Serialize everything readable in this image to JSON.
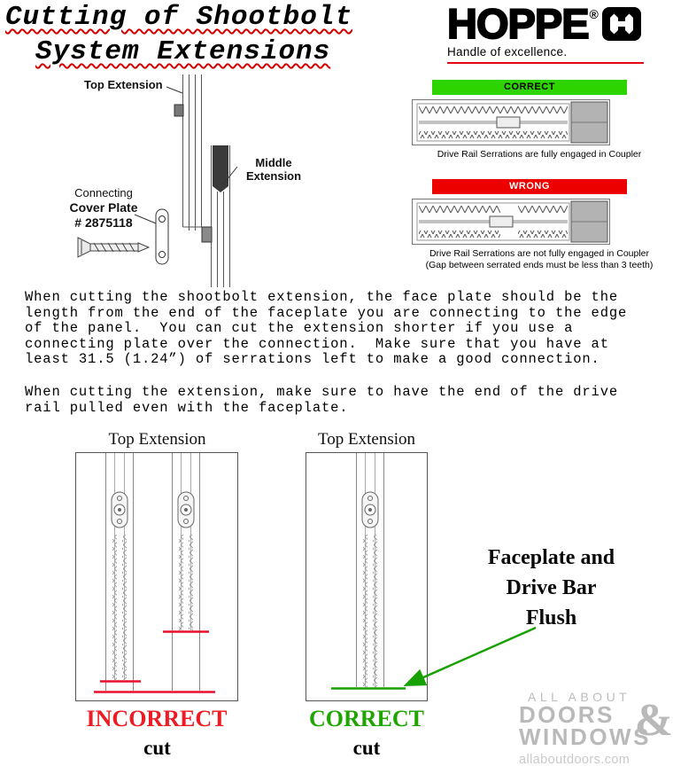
{
  "page": {
    "title_line1": "Cutting of Shootbolt",
    "title_line2": "System Extensions"
  },
  "brand": {
    "name": "HOPPE",
    "registered": "®",
    "tagline": "Handle of excellence."
  },
  "assembly_diagram": {
    "top_extension": "Top Extension",
    "middle_extension": "Middle Extension",
    "connecting": "Connecting",
    "cover_plate": "Cover Plate",
    "part_number": "# 2875118"
  },
  "engagement": {
    "correct_banner": "CORRECT",
    "correct_caption": "Drive Rail Serrations are fully engaged in Coupler",
    "wrong_banner": "WRONG",
    "wrong_caption": "Drive Rail Serrations are not fully engaged in Coupler (Gap between serrated ends must be less than 3 teeth)"
  },
  "body": {
    "paragraph1": "When cutting the shootbolt extension, the face plate should be the\nlength from the end of the faceplate you are connecting to the edge\nof the panel.  You can cut the extension shorter if you use a\nconnecting plate over the connection.  Make sure that you have at\nleast 31.5 (1.24”) of serrations left to make a good connection.",
    "paragraph2": "When cutting the extension, make sure to have the end of the drive\nrail pulled even with the faceplate."
  },
  "cut_examples": {
    "left_caption": "Top Extension",
    "right_caption": "Top Extension",
    "incorrect_label": "INCORRECT",
    "incorrect_cut": "cut",
    "correct_label": "CORRECT",
    "correct_cut": "cut",
    "flush_note": "Faceplate and\nDrive Bar\nFlush"
  },
  "watermark": {
    "line1": "ALL ABOUT",
    "doors": "DOORS",
    "ampersand": "&",
    "windows": "WINDOWS",
    "site": "allaboutdoors.com"
  },
  "colors": {
    "correct_green": "#2ed400",
    "wrong_red": "#ec0000",
    "cut_line_red": "#e8112d",
    "cut_line_green": "#18a000",
    "accent_red": "#e30613",
    "watermark_gray": "#b9b9b9"
  }
}
